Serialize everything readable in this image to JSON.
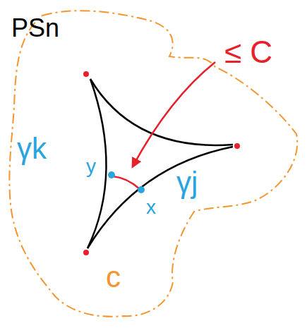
{
  "diagram": {
    "labels": [
      "PSn",
      "γk",
      "y",
      "x",
      "γj",
      "≤ C",
      "c"
    ]
  }
}
